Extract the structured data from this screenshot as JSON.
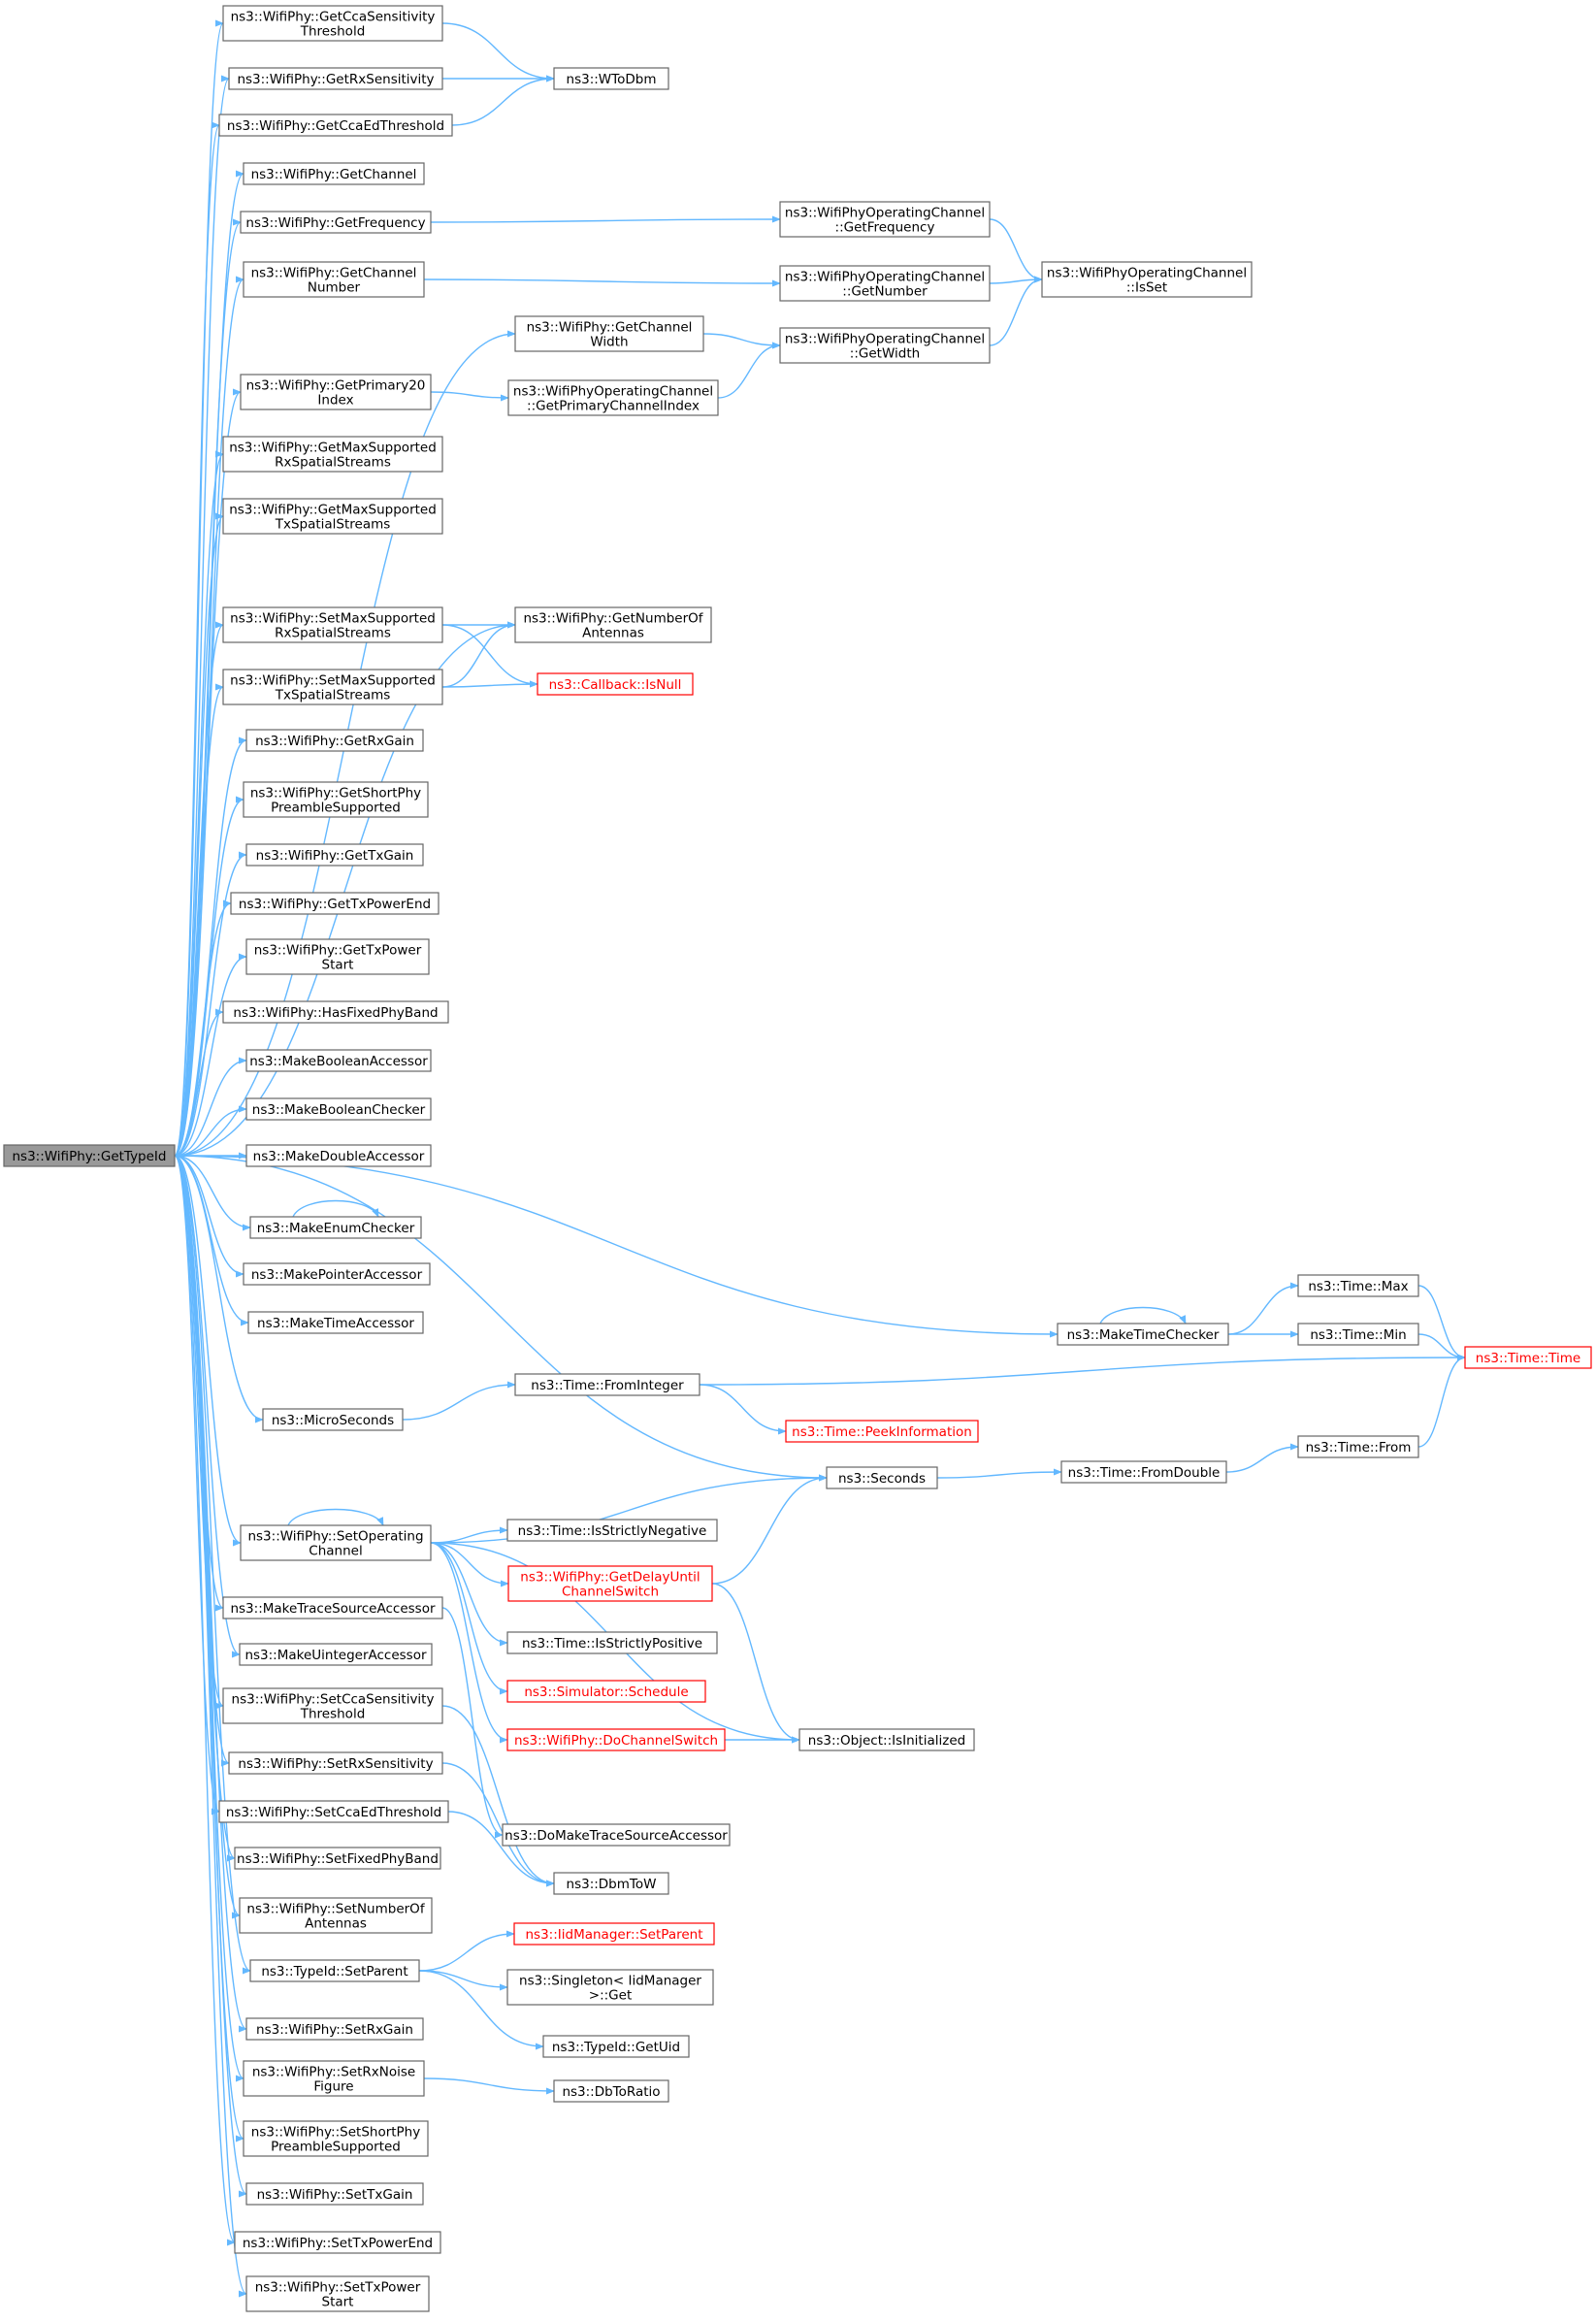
{
  "title": "",
  "colors": {
    "edge": "#63b8ff",
    "border": "#666666",
    "highlight_border": "#ff0000",
    "focus_fill": "#999999"
  },
  "nodes": [
    {
      "id": "root",
      "lines": [
        "ns3::WifiPhy::GetTypeId"
      ],
      "focus": true
    },
    {
      "id": "getCcaSens",
      "lines": [
        "ns3::WifiPhy::GetCcaSensitivity",
        "Threshold"
      ]
    },
    {
      "id": "getRxSens",
      "lines": [
        "ns3::WifiPhy::GetRxSensitivity"
      ]
    },
    {
      "id": "getCcaEd",
      "lines": [
        "ns3::WifiPhy::GetCcaEdThreshold"
      ]
    },
    {
      "id": "wToDbm",
      "lines": [
        "ns3::WToDbm"
      ]
    },
    {
      "id": "getChannel",
      "lines": [
        "ns3::WifiPhy::GetChannel"
      ]
    },
    {
      "id": "getFreq",
      "lines": [
        "ns3::WifiPhy::GetFrequency"
      ]
    },
    {
      "id": "opFreq",
      "lines": [
        "ns3::WifiPhyOperatingChannel",
        "::GetFrequency"
      ]
    },
    {
      "id": "getChNum",
      "lines": [
        "ns3::WifiPhy::GetChannel",
        "Number"
      ]
    },
    {
      "id": "opNum",
      "lines": [
        "ns3::WifiPhyOperatingChannel",
        "::GetNumber"
      ]
    },
    {
      "id": "opIsSet",
      "lines": [
        "ns3::WifiPhyOperatingChannel",
        "::IsSet"
      ]
    },
    {
      "id": "getChWidth",
      "lines": [
        "ns3::WifiPhy::GetChannel",
        "Width"
      ]
    },
    {
      "id": "opWidth",
      "lines": [
        "ns3::WifiPhyOperatingChannel",
        "::GetWidth"
      ]
    },
    {
      "id": "getPrim20",
      "lines": [
        "ns3::WifiPhy::GetPrimary20",
        "Index"
      ]
    },
    {
      "id": "opPrimIdx",
      "lines": [
        "ns3::WifiPhyOperatingChannel",
        "::GetPrimaryChannelIndex"
      ]
    },
    {
      "id": "getMaxRx",
      "lines": [
        "ns3::WifiPhy::GetMaxSupported",
        "RxSpatialStreams"
      ]
    },
    {
      "id": "getMaxTx",
      "lines": [
        "ns3::WifiPhy::GetMaxSupported",
        "TxSpatialStreams"
      ]
    },
    {
      "id": "setMaxRx",
      "lines": [
        "ns3::WifiPhy::SetMaxSupported",
        "RxSpatialStreams"
      ]
    },
    {
      "id": "getNumAnt",
      "lines": [
        "ns3::WifiPhy::GetNumberOf",
        "Antennas"
      ]
    },
    {
      "id": "setMaxTx",
      "lines": [
        "ns3::WifiPhy::SetMaxSupported",
        "TxSpatialStreams"
      ]
    },
    {
      "id": "cbIsNull",
      "lines": [
        "ns3::Callback::IsNull"
      ],
      "highlight": true
    },
    {
      "id": "getRxGain",
      "lines": [
        "ns3::WifiPhy::GetRxGain"
      ]
    },
    {
      "id": "getShortPre",
      "lines": [
        "ns3::WifiPhy::GetShortPhy",
        "PreambleSupported"
      ]
    },
    {
      "id": "getTxGain",
      "lines": [
        "ns3::WifiPhy::GetTxGain"
      ]
    },
    {
      "id": "getTxPEnd",
      "lines": [
        "ns3::WifiPhy::GetTxPowerEnd"
      ]
    },
    {
      "id": "getTxPStart",
      "lines": [
        "ns3::WifiPhy::GetTxPower",
        "Start"
      ]
    },
    {
      "id": "hasFixed",
      "lines": [
        "ns3::WifiPhy::HasFixedPhyBand"
      ]
    },
    {
      "id": "mkBoolAcc",
      "lines": [
        "ns3::MakeBooleanAccessor"
      ]
    },
    {
      "id": "mkBoolChk",
      "lines": [
        "ns3::MakeBooleanChecker"
      ]
    },
    {
      "id": "mkDblAcc",
      "lines": [
        "ns3::MakeDoubleAccessor"
      ]
    },
    {
      "id": "mkEnumChk",
      "lines": [
        "ns3::MakeEnumChecker"
      ]
    },
    {
      "id": "mkPtrAcc",
      "lines": [
        "ns3::MakePointerAccessor"
      ]
    },
    {
      "id": "mkTimeAcc",
      "lines": [
        "ns3::MakeTimeAccessor"
      ]
    },
    {
      "id": "mkTimeChk",
      "lines": [
        "ns3::MakeTimeChecker"
      ]
    },
    {
      "id": "timeMax",
      "lines": [
        "ns3::Time::Max"
      ]
    },
    {
      "id": "timeMin",
      "lines": [
        "ns3::Time::Min"
      ]
    },
    {
      "id": "timeTime",
      "lines": [
        "ns3::Time::Time"
      ],
      "highlight": true
    },
    {
      "id": "microSec",
      "lines": [
        "ns3::MicroSeconds"
      ]
    },
    {
      "id": "fromInt",
      "lines": [
        "ns3::Time::FromInteger"
      ]
    },
    {
      "id": "peekInfo",
      "lines": [
        "ns3::Time::PeekInformation"
      ],
      "highlight": true
    },
    {
      "id": "seconds",
      "lines": [
        "ns3::Seconds"
      ]
    },
    {
      "id": "fromDbl",
      "lines": [
        "ns3::Time::FromDouble"
      ]
    },
    {
      "id": "timeFrom",
      "lines": [
        "ns3::Time::From"
      ]
    },
    {
      "id": "setOpCh",
      "lines": [
        "ns3::WifiPhy::SetOperating",
        "Channel"
      ]
    },
    {
      "id": "isStrNeg",
      "lines": [
        "ns3::Time::IsStrictlyNegative"
      ]
    },
    {
      "id": "getDelay",
      "lines": [
        "ns3::WifiPhy::GetDelayUntil",
        "ChannelSwitch"
      ],
      "highlight": true
    },
    {
      "id": "isStrPos",
      "lines": [
        "ns3::Time::IsStrictlyPositive"
      ]
    },
    {
      "id": "schedule",
      "lines": [
        "ns3::Simulator::Schedule"
      ],
      "highlight": true
    },
    {
      "id": "doChSw",
      "lines": [
        "ns3::WifiPhy::DoChannelSwitch"
      ],
      "highlight": true
    },
    {
      "id": "isInit",
      "lines": [
        "ns3::Object::IsInitialized"
      ]
    },
    {
      "id": "mkTrace",
      "lines": [
        "ns3::MakeTraceSourceAccessor"
      ]
    },
    {
      "id": "mkUint",
      "lines": [
        "ns3::MakeUintegerAccessor"
      ]
    },
    {
      "id": "setCcaSens",
      "lines": [
        "ns3::WifiPhy::SetCcaSensitivity",
        "Threshold"
      ]
    },
    {
      "id": "setRxSens",
      "lines": [
        "ns3::WifiPhy::SetRxSensitivity"
      ]
    },
    {
      "id": "setCcaEd",
      "lines": [
        "ns3::WifiPhy::SetCcaEdThreshold"
      ]
    },
    {
      "id": "doMkTrace",
      "lines": [
        "ns3::DoMakeTraceSourceAccessor"
      ]
    },
    {
      "id": "setFixed",
      "lines": [
        "ns3::WifiPhy::SetFixedPhyBand"
      ]
    },
    {
      "id": "dbmToW",
      "lines": [
        "ns3::DbmToW"
      ]
    },
    {
      "id": "setNumAnt",
      "lines": [
        "ns3::WifiPhy::SetNumberOf",
        "Antennas"
      ]
    },
    {
      "id": "iidSetParent",
      "lines": [
        "ns3::IidManager::SetParent"
      ],
      "highlight": true
    },
    {
      "id": "tidSetParent",
      "lines": [
        "ns3::TypeId::SetParent"
      ]
    },
    {
      "id": "singleton",
      "lines": [
        "ns3::Singleton< IidManager",
        ">::Get"
      ]
    },
    {
      "id": "getUid",
      "lines": [
        "ns3::TypeId::GetUid"
      ]
    },
    {
      "id": "setRxGain",
      "lines": [
        "ns3::WifiPhy::SetRxGain"
      ]
    },
    {
      "id": "setRxNoise",
      "lines": [
        "ns3::WifiPhy::SetRxNoise",
        "Figure"
      ]
    },
    {
      "id": "dbToRatio",
      "lines": [
        "ns3::DbToRatio"
      ]
    },
    {
      "id": "setShortPre",
      "lines": [
        "ns3::WifiPhy::SetShortPhy",
        "PreambleSupported"
      ]
    },
    {
      "id": "setTxGain",
      "lines": [
        "ns3::WifiPhy::SetTxGain"
      ]
    },
    {
      "id": "setTxPEnd",
      "lines": [
        "ns3::WifiPhy::SetTxPowerEnd"
      ]
    },
    {
      "id": "setTxPStart",
      "lines": [
        "ns3::WifiPhy::SetTxPower",
        "Start"
      ]
    }
  ],
  "edges": [
    [
      "getCcaSens",
      "wToDbm"
    ],
    [
      "getRxSens",
      "wToDbm"
    ],
    [
      "getCcaEd",
      "wToDbm"
    ],
    [
      "getFreq",
      "opFreq"
    ],
    [
      "opFreq",
      "opIsSet"
    ],
    [
      "getChNum",
      "opNum"
    ],
    [
      "opNum",
      "opIsSet"
    ],
    [
      "getChWidth",
      "opWidth"
    ],
    [
      "opWidth",
      "opIsSet"
    ],
    [
      "getPrim20",
      "opPrimIdx"
    ],
    [
      "opPrimIdx",
      "opWidth"
    ],
    [
      "setMaxRx",
      "getNumAnt"
    ],
    [
      "setMaxRx",
      "cbIsNull"
    ],
    [
      "setMaxTx",
      "getNumAnt"
    ],
    [
      "setMaxTx",
      "cbIsNull"
    ],
    [
      "mkEnumChk",
      "mkEnumChk"
    ],
    [
      "mkTimeChk",
      "mkTimeChk"
    ],
    [
      "mkTimeChk",
      "timeMax"
    ],
    [
      "mkTimeChk",
      "timeMin"
    ],
    [
      "timeMax",
      "timeTime"
    ],
    [
      "timeMin",
      "timeTime"
    ],
    [
      "microSec",
      "fromInt"
    ],
    [
      "fromInt",
      "timeTime"
    ],
    [
      "fromInt",
      "peekInfo"
    ],
    [
      "seconds",
      "fromDbl"
    ],
    [
      "fromDbl",
      "timeFrom"
    ],
    [
      "timeFrom",
      "timeTime"
    ],
    [
      "setOpCh",
      "setOpCh"
    ],
    [
      "setOpCh",
      "seconds"
    ],
    [
      "setOpCh",
      "isStrNeg"
    ],
    [
      "setOpCh",
      "getDelay"
    ],
    [
      "setOpCh",
      "isStrPos"
    ],
    [
      "setOpCh",
      "schedule"
    ],
    [
      "setOpCh",
      "doChSw"
    ],
    [
      "setOpCh",
      "isInit"
    ],
    [
      "getDelay",
      "seconds"
    ],
    [
      "getDelay",
      "isInit"
    ],
    [
      "doChSw",
      "isInit"
    ],
    [
      "mkTrace",
      "doMkTrace"
    ],
    [
      "setCcaSens",
      "dbmToW"
    ],
    [
      "setRxSens",
      "dbmToW"
    ],
    [
      "setCcaEd",
      "dbmToW"
    ],
    [
      "tidSetParent",
      "iidSetParent"
    ],
    [
      "tidSetParent",
      "singleton"
    ],
    [
      "tidSetParent",
      "getUid"
    ],
    [
      "setRxNoise",
      "dbToRatio"
    ],
    [
      "root",
      "getCcaSens"
    ],
    [
      "root",
      "getRxSens"
    ],
    [
      "root",
      "getCcaEd"
    ],
    [
      "root",
      "getChannel"
    ],
    [
      "root",
      "getFreq"
    ],
    [
      "root",
      "getChNum"
    ],
    [
      "root",
      "getChWidth"
    ],
    [
      "root",
      "getPrim20"
    ],
    [
      "root",
      "getMaxRx"
    ],
    [
      "root",
      "getMaxTx"
    ],
    [
      "root",
      "getNumAnt"
    ],
    [
      "root",
      "setMaxRx"
    ],
    [
      "root",
      "setMaxTx"
    ],
    [
      "root",
      "getRxGain"
    ],
    [
      "root",
      "getShortPre"
    ],
    [
      "root",
      "getTxGain"
    ],
    [
      "root",
      "getTxPEnd"
    ],
    [
      "root",
      "getTxPStart"
    ],
    [
      "root",
      "hasFixed"
    ],
    [
      "root",
      "mkBoolAcc"
    ],
    [
      "root",
      "mkBoolChk"
    ],
    [
      "root",
      "mkDblAcc"
    ],
    [
      "root",
      "mkEnumChk"
    ],
    [
      "root",
      "mkPtrAcc"
    ],
    [
      "root",
      "mkTimeAcc"
    ],
    [
      "root",
      "mkTimeChk"
    ],
    [
      "root",
      "microSec"
    ],
    [
      "root",
      "seconds"
    ],
    [
      "root",
      "setOpCh"
    ],
    [
      "root",
      "mkTrace"
    ],
    [
      "root",
      "mkUint"
    ],
    [
      "root",
      "setCcaSens"
    ],
    [
      "root",
      "setRxSens"
    ],
    [
      "root",
      "setCcaEd"
    ],
    [
      "root",
      "setFixed"
    ],
    [
      "root",
      "setNumAnt"
    ],
    [
      "root",
      "tidSetParent"
    ],
    [
      "root",
      "setRxGain"
    ],
    [
      "root",
      "setRxNoise"
    ],
    [
      "root",
      "setShortPre"
    ],
    [
      "root",
      "setTxGain"
    ],
    [
      "root",
      "setTxPEnd"
    ],
    [
      "root",
      "setTxPStart"
    ]
  ]
}
